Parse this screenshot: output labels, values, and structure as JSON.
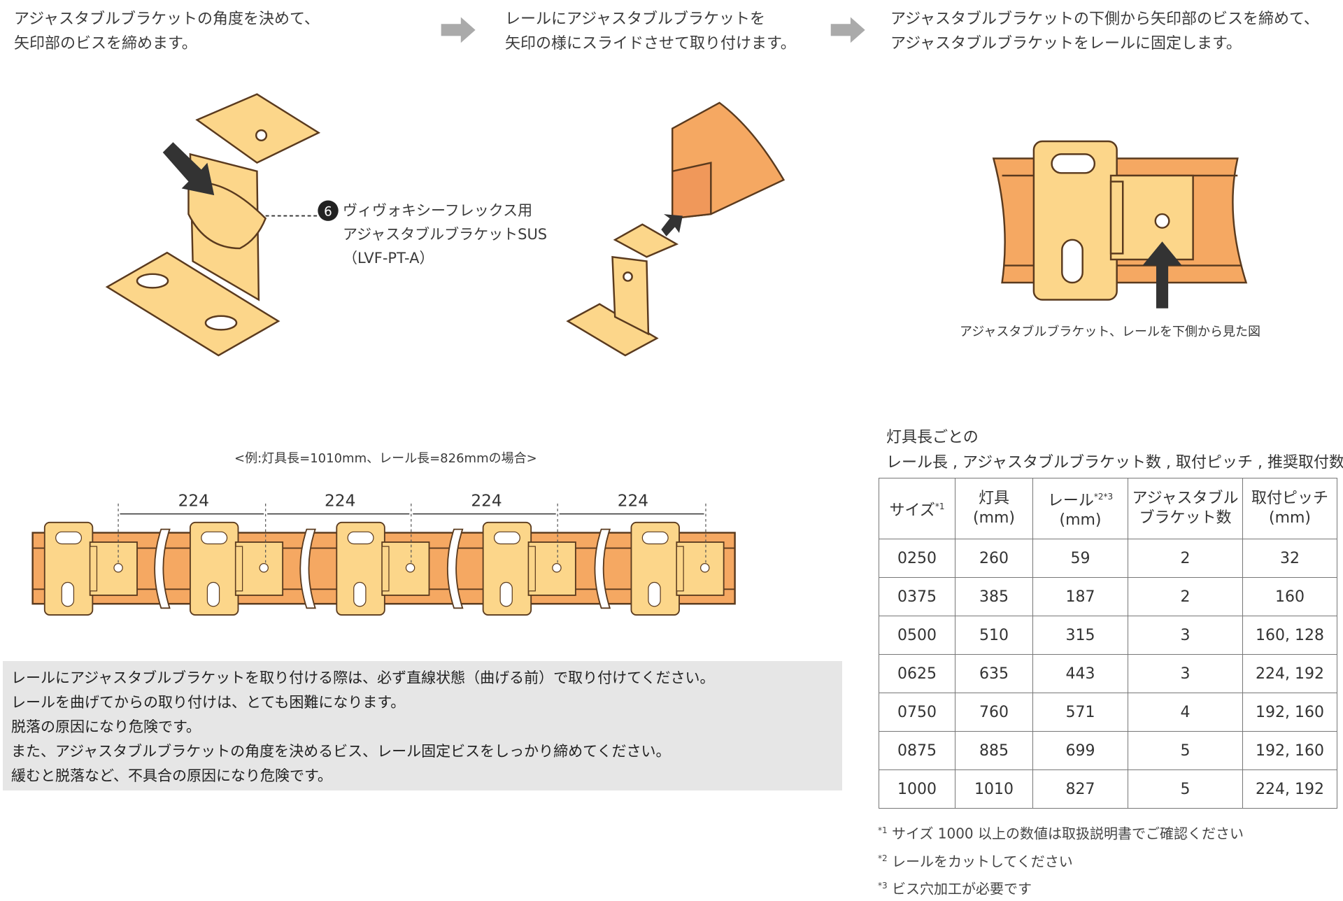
{
  "steps": [
    {
      "lines": [
        "アジャスタブルブラケットの角度を決めて、",
        "矢印部のビスを締めます。"
      ]
    },
    {
      "lines": [
        "レールにアジャスタブルブラケットを",
        "矢印の様にスライドさせて取り付けます。"
      ]
    },
    {
      "lines": [
        "アジャスタブルブラケットの下側から矢印部のビスを締めて、",
        "アジャスタブルブラケットをレールに固定します。"
      ]
    }
  ],
  "part_label": {
    "number": "6",
    "lines": [
      "ヴィヴォキシーフレックス用",
      "アジャスタブルブラケットSUS",
      "（LVF-PT-A）"
    ]
  },
  "bottom_view_caption": "アジャスタブルブラケット、レールを下側から見た図",
  "example_caption": "<例:灯具長=1010mm、レール長=826mmの場合>",
  "pitch_labels": [
    "224",
    "224",
    "224",
    "224"
  ],
  "notice_lines": [
    "レールにアジャスタブルブラケットを取り付ける際は、必ず直線状態（曲げる前）で取り付けてください。",
    "レールを曲げてからの取り付けは、とても困難になります。",
    "脱落の原因になり危険です。",
    "また、アジャスタブルブラケットの角度を決めるビス、レール固定ビスをしっかり締めてください。",
    "緩むと脱落など、不具合の原因になり危険です。"
  ],
  "table": {
    "title_lines": [
      "灯具長ごとの",
      "レール長 , アジャスタブルブラケット数 , 取付ピッチ , 推奨取付数"
    ],
    "headers": [
      {
        "l1": "サイズ",
        "sup": "*1",
        "l2": ""
      },
      {
        "l1": "灯具",
        "sup": "",
        "l2": "(mm)"
      },
      {
        "l1": "レール",
        "sup": "*2*3",
        "l2": "(mm)"
      },
      {
        "l1": "アジャスタブル",
        "sup": "",
        "l2": "ブラケット数"
      },
      {
        "l1": "取付ピッチ",
        "sup": "",
        "l2": "(mm)"
      }
    ],
    "rows": [
      [
        "0250",
        "260",
        "59",
        "2",
        "32"
      ],
      [
        "0375",
        "385",
        "187",
        "2",
        "160"
      ],
      [
        "0500",
        "510",
        "315",
        "3",
        "160, 128"
      ],
      [
        "0625",
        "635",
        "443",
        "3",
        "224, 192"
      ],
      [
        "0750",
        "760",
        "571",
        "4",
        "192, 160"
      ],
      [
        "0875",
        "885",
        "699",
        "5",
        "192, 160"
      ],
      [
        "1000",
        "1010",
        "827",
        "5",
        "224, 192"
      ]
    ]
  },
  "footnotes": [
    {
      "mark": "*1",
      "text": "サイズ 1000 以上の数値は取扱説明書でご確認ください"
    },
    {
      "mark": "*2",
      "text": "レールをカットしてください"
    },
    {
      "mark": "*3",
      "text": "ビス穴加工が必要です"
    }
  ],
  "colors": {
    "rail": "#f5a862",
    "bracket": "#fcd68a",
    "outline": "#5a3a1e",
    "arrow_gray": "#aaaaaa"
  }
}
